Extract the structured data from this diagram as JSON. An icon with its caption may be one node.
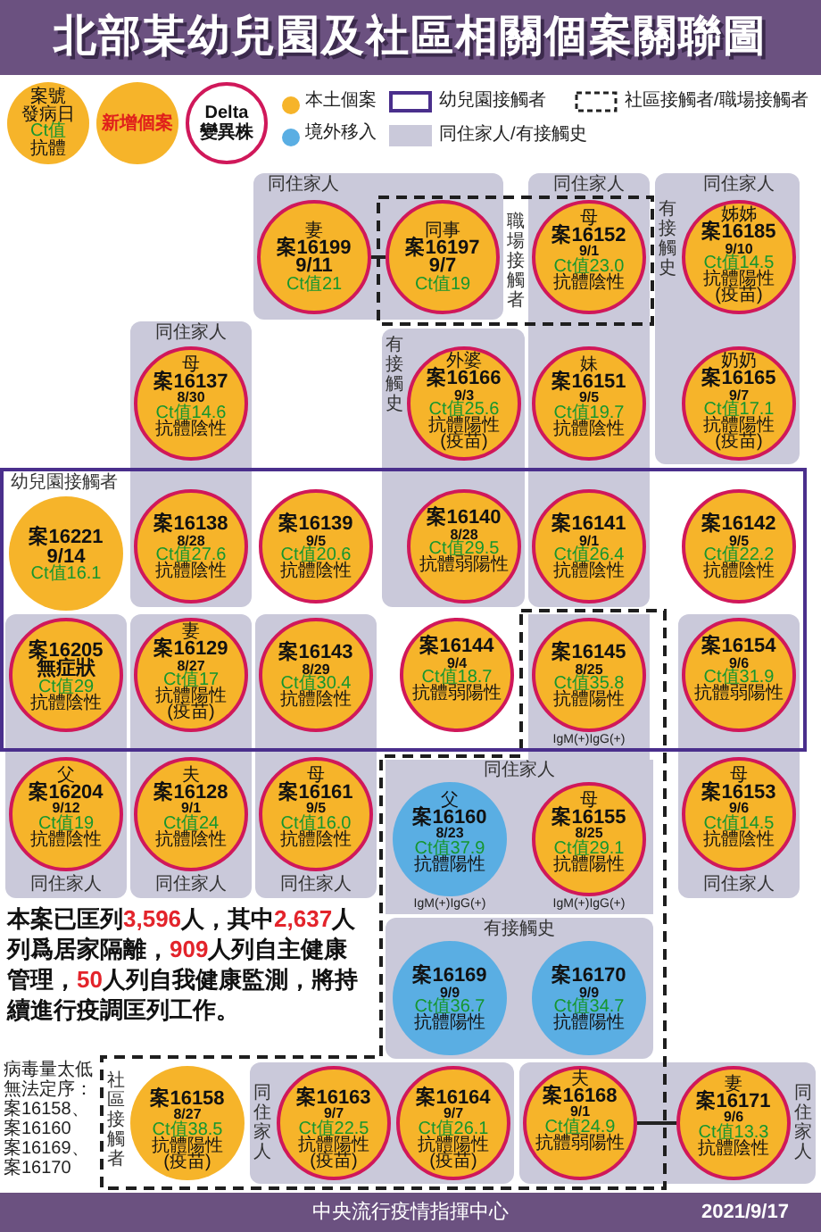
{
  "diagram": {
    "title": "北部某幼兒園及社區相關個案關聯圖",
    "nodes": [
      {
        "text": [
          "案號",
          "發病日",
          "Ct值",
          "抗體"
        ]
      },
      {
        "text": [
          "職場接觸者"
        ]
      },
      {
        "text": [
          "同住家人"
        ]
      },
      {
        "text": [
          "妻",
          "案16199",
          "9/11",
          "Ct值21"
        ],
        "in": 2
      },
      {
        "text": [
          "同事",
          "案16197",
          "9/7",
          "Ct值19"
        ]
      },
      {
        "text": [
          "同住家人"
        ]
      },
      {
        "text": [
          "母",
          "案16152",
          "9/1",
          "Ct值23.0",
          "抗體陰性"
        ]
      },
      {
        "text": [
          "同住家人",
          "有接觸史"
        ]
      },
      {
        "text": [
          "姊姊",
          "案16185",
          "9/10",
          "Ct值14.5",
          "抗體陽性",
          "(疫苗)"
        ],
        "in": 7
      },
      {
        "text": [
          "同住家人"
        ]
      },
      {
        "text": [
          "母",
          "案16137",
          "8/30",
          "Ct值14.6",
          "抗體陰性"
        ],
        "in": 9
      },
      {
        "text": [
          "有接觸史"
        ]
      },
      {
        "text": [
          "外婆",
          "案16166",
          "9/3",
          "Ct值25.6",
          "抗體陽性",
          "(疫苗)"
        ],
        "in": 11
      },
      {
        "text": [
          "妹",
          "案16151",
          "9/5",
          "Ct值19.7",
          "抗體陰性"
        ],
        "in": 5
      },
      {
        "text": [
          "奶奶",
          "案16165",
          "9/7",
          "Ct值17.1",
          "抗體陽性",
          "(疫苗)"
        ],
        "in": 7
      },
      {
        "text": [
          "幼兒園接觸者"
        ]
      },
      {
        "text": [
          "案16221",
          "9/14",
          "Ct值16.1"
        ],
        "in": 15
      },
      {
        "text": [
          "案16138",
          "8/28",
          "Ct值27.6",
          "抗體陰性"
        ]
      },
      {
        "text": [
          "案16139",
          "9/5",
          "Ct值20.6",
          "抗體陰性"
        ],
        "in": 15
      },
      {
        "text": [
          "案16140",
          "8/28",
          "Ct值29.5",
          "抗體弱陽性"
        ]
      },
      {
        "text": [
          "案16141",
          "9/1",
          "Ct值26.4",
          "抗體陰性"
        ]
      },
      {
        "text": [
          "案16142",
          "9/5",
          "Ct值22.2",
          "抗體陰性"
        ],
        "in": 15
      },
      {
        "text": [
          "同住家人"
        ]
      },
      {
        "text": [
          "案16205",
          "無症狀",
          "Ct值29",
          "抗體陰性"
        ]
      },
      {
        "text": [
          "同住家人"
        ]
      },
      {
        "text": [
          "妻",
          "案16129",
          "8/27",
          "Ct值17",
          "抗體陽性",
          "(疫苗)"
        ]
      },
      {
        "text": [
          "同住家人"
        ]
      },
      {
        "text": [
          "案16143",
          "8/29",
          "Ct值30.4",
          "抗體陰性"
        ]
      },
      {
        "text": [
          "案16144",
          "9/4",
          "Ct值18.7",
          "抗體弱陽性"
        ],
        "in": 15
      },
      {
        "text": [
          "社區接觸者"
        ]
      },
      {
        "text": [
          "同住家人"
        ],
        "in": 29
      },
      {
        "text": [
          "案16145",
          "8/25",
          "Ct值35.8",
          "抗體陽性"
        ],
        "beside": [
          "IgM(+)IgG(+)"
        ]
      },
      {
        "text": [
          "同住家人"
        ]
      },
      {
        "text": [
          "案16154",
          "9/6",
          "Ct值31.9",
          "抗體弱陽性"
        ]
      },
      {
        "text": [
          "父",
          "案16204",
          "9/12",
          "Ct值19",
          "抗體陰性"
        ],
        "in": 22
      },
      {
        "text": [
          "夫",
          "案16128",
          "9/1",
          "Ct值24",
          "抗體陰性"
        ],
        "in": 24
      },
      {
        "text": [
          "母",
          "案16161",
          "9/5",
          "Ct值16.0",
          "抗體陰性"
        ],
        "in": 26
      },
      {
        "text": [
          "父",
          "案16160",
          "8/23",
          "Ct值37.9",
          "抗體陽性"
        ],
        "beside": [
          "IgM(+)IgG(+)"
        ],
        "in": 30
      },
      {
        "text": [
          "母",
          "案16155",
          "8/25",
          "Ct值29.1",
          "抗體陽性"
        ],
        "beside": [
          "IgM(+)IgG(+)"
        ],
        "in": 30
      },
      {
        "text": [
          "母",
          "案16153",
          "9/6",
          "Ct值14.5",
          "抗體陰性"
        ],
        "in": 32
      },
      {
        "text": [
          "有接觸史"
        ],
        "in": 29
      },
      {
        "text": [
          "案16169",
          "9/9",
          "Ct值36.7",
          "抗體陽性"
        ],
        "in": 40
      },
      {
        "text": [
          "案16170",
          "9/9",
          "Ct值34.7",
          "抗體陽性"
        ],
        "in": 40
      },
      {
        "text": [
          "案16158",
          "8/27",
          "Ct值38.5",
          "抗體陽性",
          "(疫苗)"
        ],
        "in": 29
      },
      {
        "text": [
          "同住家人"
        ],
        "in": 29
      },
      {
        "text": [
          "案16163",
          "9/7",
          "Ct值22.5",
          "抗體陽性",
          "(疫苗)"
        ],
        "in": 44
      },
      {
        "text": [
          "案16164",
          "9/7",
          "Ct值26.1",
          "抗體陽性",
          "(疫苗)"
        ],
        "in": 44
      },
      {
        "text": [
          "同住家人"
        ]
      },
      {
        "text": [
          "夫",
          "案16168",
          "9/1",
          "Ct值24.9",
          "抗體弱陽性"
        ]
      },
      {
        "text": [
          "妻",
          "案16171",
          "9/6",
          "Ct值13.3",
          "抗體陰性"
        ],
        "in": 47
      }
    ],
    "edges": [
      {
        "from": 3,
        "to": 4,
        "arrow": "none"
      },
      {
        "from": 48,
        "to": 49,
        "arrow": "none"
      }
    ],
    "labels": [
      "本案已匡列**3,596**人，其中**2,637**人列爲居家隔離，**909**人列自主健康管理，**50**人列自我健康監測，將持續進行疫調匡列工作。",
      "病毒量太低無法定序：",
      "案16158、案16160",
      "案16169、案16170",
      "中央流行疫情指揮中心",
      "2021/9/17"
    ],
    "legend": [
      {
        "text": "新增個案",
        "color": "#f6b42a"
      },
      {
        "text": "Delta 變異株"
      },
      {
        "text": "本土個案",
        "color": "#f6b42a"
      },
      {
        "text": "境外移入",
        "color": "#5aaee3"
      },
      {
        "text": "幼兒園接觸者"
      },
      {
        "text": "同住家人/有接觸史",
        "color": "#cac9da"
      },
      {
        "text": "社區接觸者/職場接觸者"
      }
    ]
  }
}
